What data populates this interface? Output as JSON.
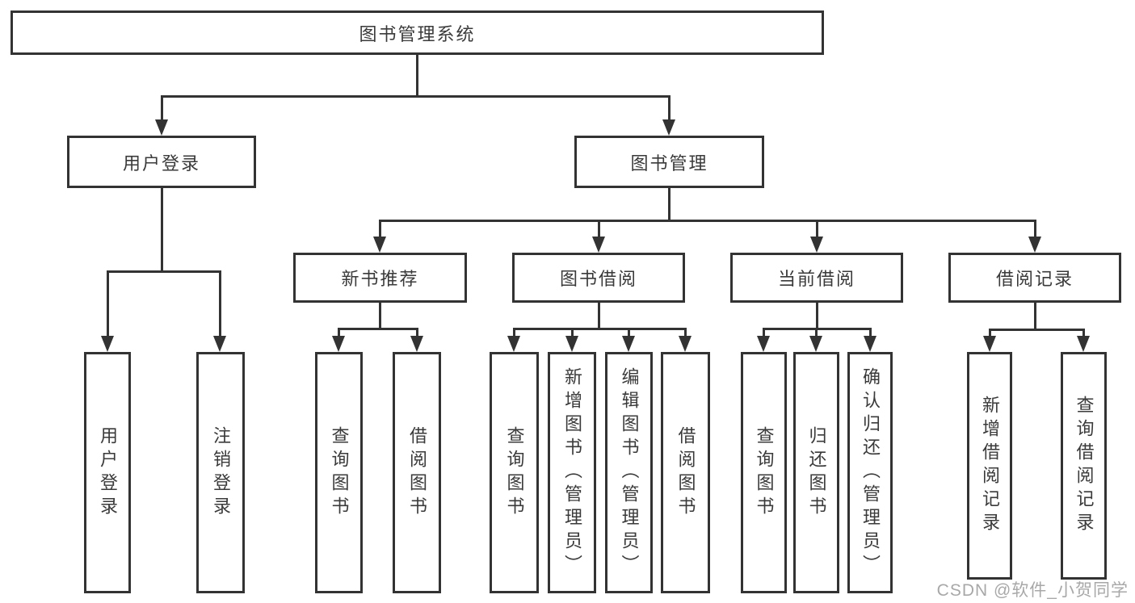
{
  "diagram": {
    "type": "hierarchy-tree",
    "title": "图书管理系统",
    "watermark": "CSDN @软件_小贺同学",
    "colors": {
      "line": "#333333",
      "box_border": "#333333",
      "box_background": "#ffffff",
      "text": "#3a3a3a",
      "watermark_text": "#a8a8a8",
      "page_background": "#ffffff"
    }
  },
  "tree": {
    "label": "图书管理系统",
    "children": [
      {
        "label": "用户登录",
        "children": [
          {
            "label": "用户登录"
          },
          {
            "label": "注销登录"
          }
        ]
      },
      {
        "label": "图书管理",
        "children": [
          {
            "label": "新书推荐",
            "children": [
              {
                "label": "查询图书"
              },
              {
                "label": "借阅图书"
              }
            ]
          },
          {
            "label": "图书借阅",
            "children": [
              {
                "label": "查询图书"
              },
              {
                "label": "新增图书（管理员）"
              },
              {
                "label": "编辑图书（管理员）"
              },
              {
                "label": "借阅图书"
              }
            ]
          },
          {
            "label": "当前借阅",
            "children": [
              {
                "label": "查询图书"
              },
              {
                "label": "归还图书"
              },
              {
                "label": "确认归还（管理员）"
              }
            ]
          },
          {
            "label": "借阅记录",
            "children": [
              {
                "label": "新增借阅记录"
              },
              {
                "label": "查询借阅记录"
              }
            ]
          }
        ]
      }
    ]
  },
  "watermark": "CSDN @软件_小贺同学"
}
